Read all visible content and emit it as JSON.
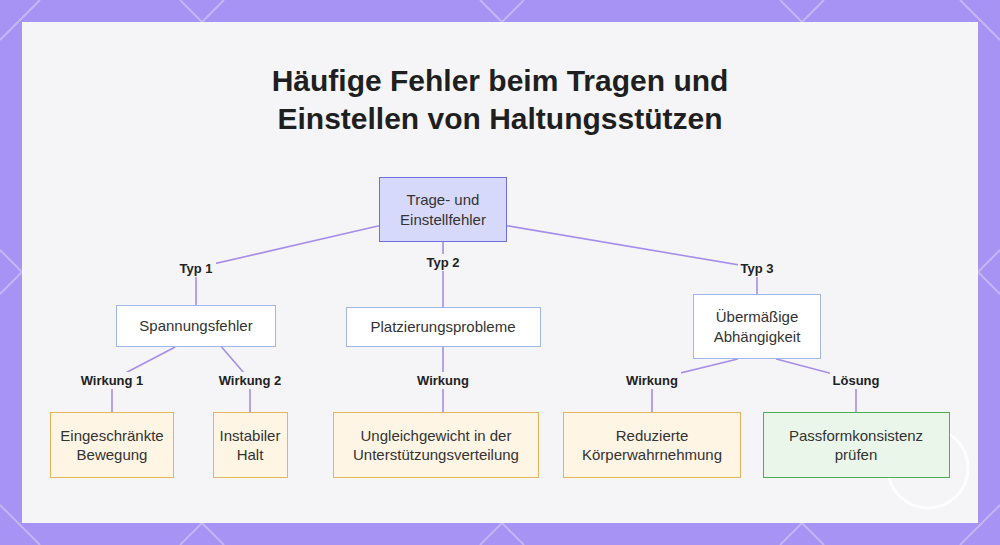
{
  "diagram": {
    "title": "Häufige Fehler beim Tragen und Einstellen von Haltungsstützen",
    "nodes": [
      {
        "text": [
          "Trage- und Einstellfehler"
        ]
      },
      {
        "text": [
          "Spannungsfehler"
        ]
      },
      {
        "text": [
          "Platzierungsprobleme"
        ]
      },
      {
        "text": [
          "Übermäßige Abhängigkeit"
        ]
      },
      {
        "text": [
          "Eingeschränkte Bewegung"
        ]
      },
      {
        "text": [
          "Instabiler Halt"
        ]
      },
      {
        "text": [
          "Ungleichgewicht in der Unterstützungsverteilung"
        ]
      },
      {
        "text": [
          "Reduzierte Körperwahrnehmung"
        ]
      },
      {
        "text": [
          "Passformkonsistenz prüfen"
        ]
      }
    ],
    "edges": [
      {
        "from": 0,
        "to": 1,
        "label": "Typ 1",
        "arrow": "none"
      },
      {
        "from": 0,
        "to": 2,
        "label": "Typ 2",
        "arrow": "none"
      },
      {
        "from": 0,
        "to": 3,
        "label": "Typ 3",
        "arrow": "none"
      },
      {
        "from": 1,
        "to": 4,
        "label": "Wirkung 1",
        "arrow": "none"
      },
      {
        "from": 1,
        "to": 5,
        "label": "Wirkung 2",
        "arrow": "none"
      },
      {
        "from": 2,
        "to": 6,
        "label": "Wirkung",
        "arrow": "none"
      },
      {
        "from": 3,
        "to": 7,
        "label": "Wirkung",
        "arrow": "none"
      },
      {
        "from": 3,
        "to": 8,
        "label": "Lösung",
        "arrow": "none"
      }
    ]
  }
}
